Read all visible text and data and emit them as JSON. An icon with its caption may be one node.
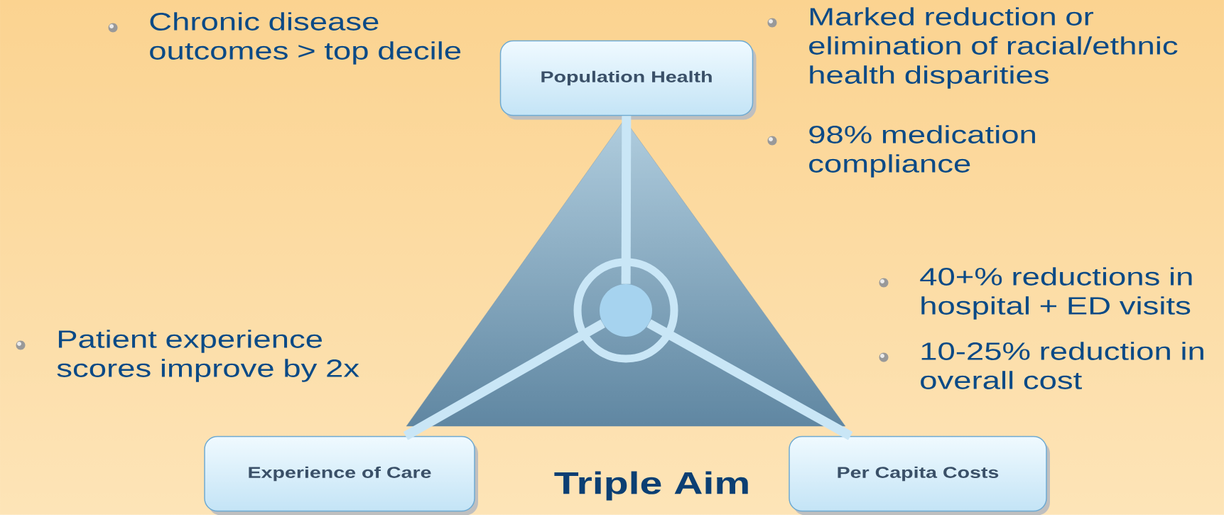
{
  "diagram": {
    "title": "Triple Aim",
    "nodes": [
      {
        "text": [
          "Population Health"
        ]
      },
      {
        "text": [],
        "shape": "circle"
      },
      {
        "text": [
          "Experience of Care"
        ]
      },
      {
        "text": [
          "Per Capita Costs"
        ]
      }
    ],
    "edges": [
      {
        "from": 1,
        "to": 0,
        "arrow": "none"
      },
      {
        "from": 1,
        "to": 2,
        "arrow": "none"
      },
      {
        "from": 1,
        "to": 3,
        "arrow": "none"
      }
    ],
    "labels": [
      "Marked reduction or elimination of racial/ethnic health disparities",
      "Chronic disease outcomes > top decile",
      "98% medication compliance",
      "40+% reductions in hospital + ED visits",
      "Patient experience scores improve by 2x",
      "10-25% reduction in overall cost"
    ]
  }
}
